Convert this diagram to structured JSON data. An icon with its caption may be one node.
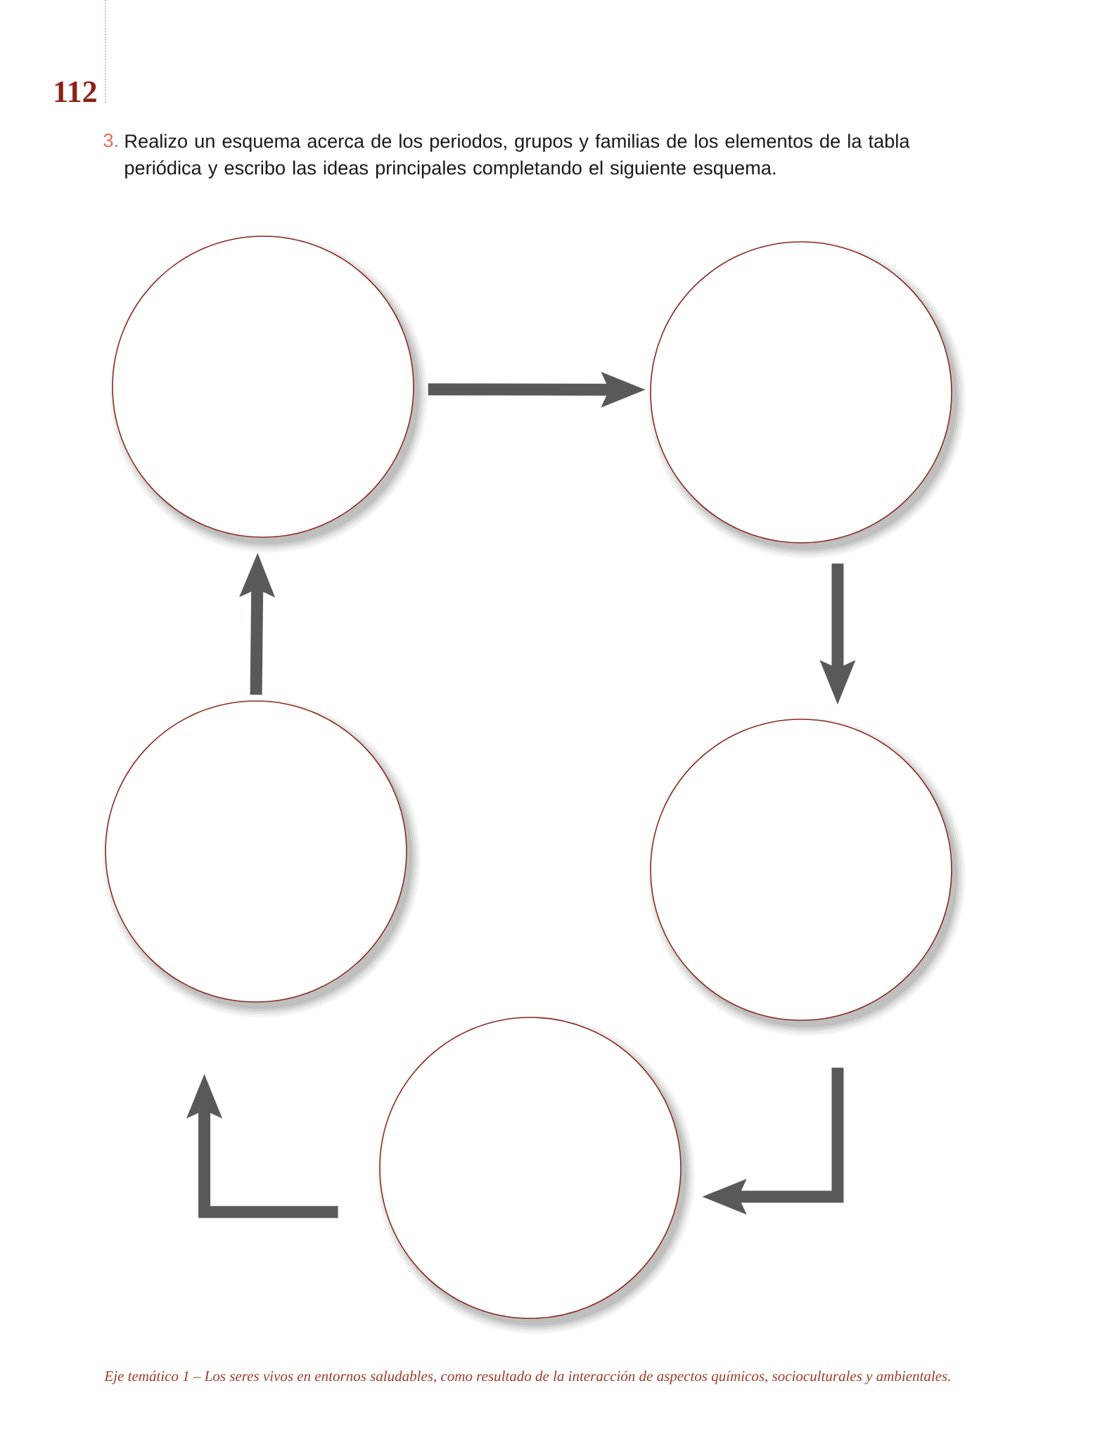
{
  "diagram": {
    "nodes": [
      {
        "text": [],
        "shape": "circle"
      },
      {
        "text": [],
        "shape": "circle"
      },
      {
        "text": [],
        "shape": "circle"
      },
      {
        "text": [],
        "shape": "circle"
      },
      {
        "text": [],
        "shape": "circle"
      }
    ],
    "edges": [
      {
        "from": 0,
        "to": 1,
        "arrow": "to"
      },
      {
        "from": 1,
        "to": 3,
        "arrow": "to"
      },
      {
        "from": 3,
        "to": 4,
        "arrow": "to"
      },
      {
        "from": 4,
        "to": 2,
        "arrow": "to"
      },
      {
        "from": 2,
        "to": 0,
        "arrow": "to"
      }
    ],
    "labels": [
      "112",
      "3.",
      "Realizo un esquema acerca de los periodos, grupos y familias de los elementos de la tabla periódica y escribo las ideas principales completando el siguiente esquema.",
      "Eje temático 1 – Los seres vivos en entornos saludables, como resultado de la interacción de aspectos químicos, socioculturales y ambientales."
    ]
  }
}
